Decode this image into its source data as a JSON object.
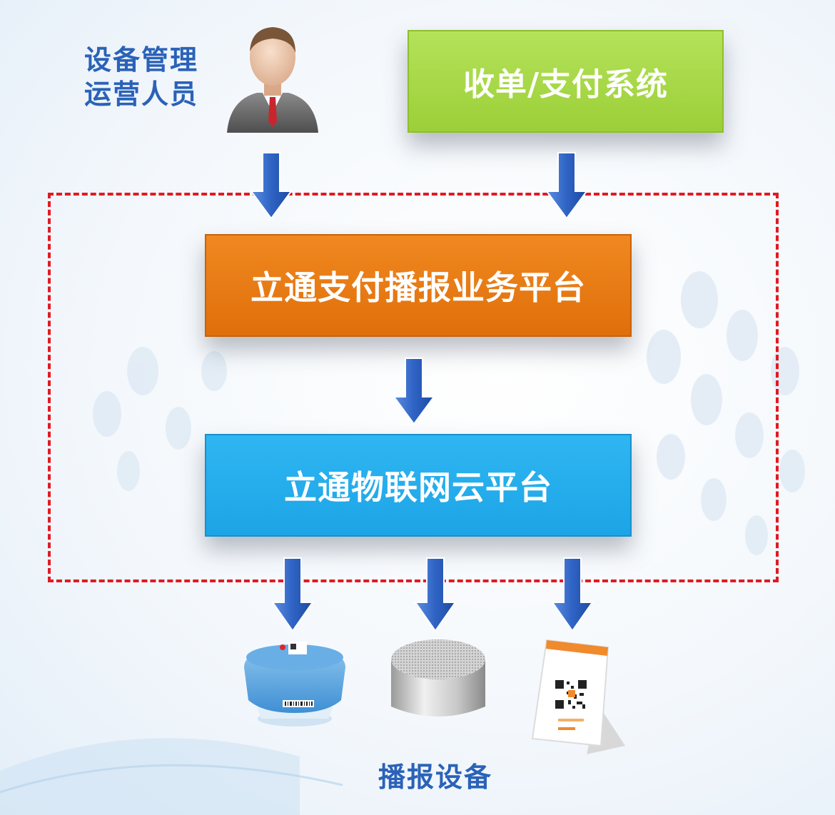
{
  "operator": {
    "label_line1": "设备管理",
    "label_line2": "运营人员"
  },
  "nodes": {
    "payment_system": "收单/支付系统",
    "business_platform": "立通支付播报业务平台",
    "iot_cloud": "立通物联网云平台"
  },
  "devices": {
    "caption": "播报设备"
  },
  "colors": {
    "payment_box": "#9ccf38",
    "business_box": "#e06f0a",
    "cloud_box": "#1ca4e6",
    "frame": "#e01a22",
    "arrow": "#2f63c4",
    "label_text": "#2a62b8"
  }
}
